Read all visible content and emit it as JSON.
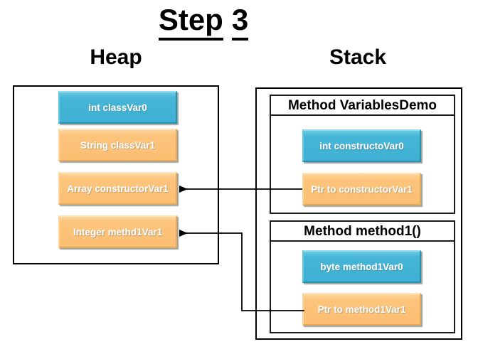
{
  "title": {
    "text": "Step 3",
    "words": [
      "Step",
      "3"
    ]
  },
  "heap": {
    "heading": "Heap",
    "boxes": [
      {
        "label": "int classVar0",
        "color": "blue"
      },
      {
        "label": "String classVar1",
        "color": "orange"
      },
      {
        "label": "Array constructorVar1",
        "color": "orange"
      },
      {
        "label": "Integer methd1Var1",
        "color": "orange"
      }
    ]
  },
  "stack": {
    "heading": "Stack",
    "frames": [
      {
        "title": "Method VariablesDemo",
        "boxes": [
          {
            "label": "int constructoVar0",
            "color": "blue"
          },
          {
            "label": "Ptr to constructorVar1",
            "color": "orange"
          }
        ]
      },
      {
        "title": "Method method1()",
        "boxes": [
          {
            "label": "byte method1Var0",
            "color": "blue"
          },
          {
            "label": "Ptr to method1Var1",
            "color": "orange"
          }
        ]
      }
    ]
  },
  "arrows": [
    {
      "from": "Ptr to constructorVar1",
      "to": "Array constructorVar1"
    },
    {
      "from": "Ptr to method1Var1",
      "to": "Integer methd1Var1"
    }
  ],
  "colors": {
    "box_blue": "#45b6d7",
    "box_orange": "#fcc47c",
    "box_text": "#ffffff",
    "outline": "#000000",
    "background": "#ffffff"
  }
}
